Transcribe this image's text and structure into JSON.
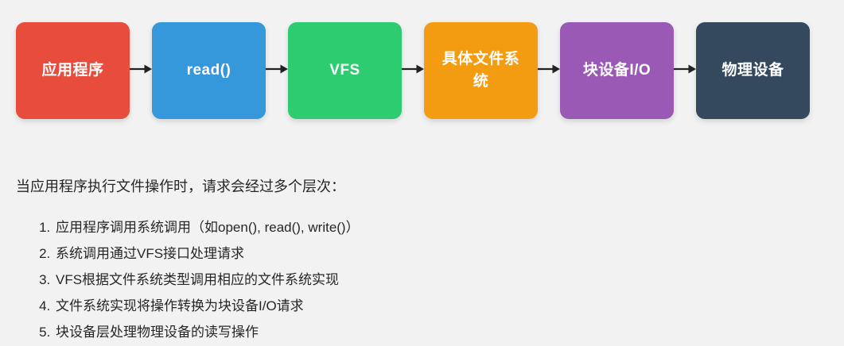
{
  "background_color": "#f2f2f2",
  "flow": {
    "arrow_color": "#222222",
    "nodes": [
      {
        "label": "应用程序",
        "color": "#e74c3c"
      },
      {
        "label": "read()",
        "color": "#3498db"
      },
      {
        "label": "VFS",
        "color": "#2ecc71"
      },
      {
        "label": "具体文件系\n统",
        "color": "#f39c12"
      },
      {
        "label": "块设备I/O",
        "color": "#9b59b6"
      },
      {
        "label": "物理设备",
        "color": "#34495e"
      }
    ]
  },
  "description": {
    "intro": "当应用程序执行文件操作时，请求会经过多个层次：",
    "steps": [
      "应用程序调用系统调用（如open(), read(), write()）",
      "系统调用通过VFS接口处理请求",
      "VFS根据文件系统类型调用相应的文件系统实现",
      "文件系统实现将操作转换为块设备I/O请求",
      "块设备层处理物理设备的读写操作"
    ]
  }
}
